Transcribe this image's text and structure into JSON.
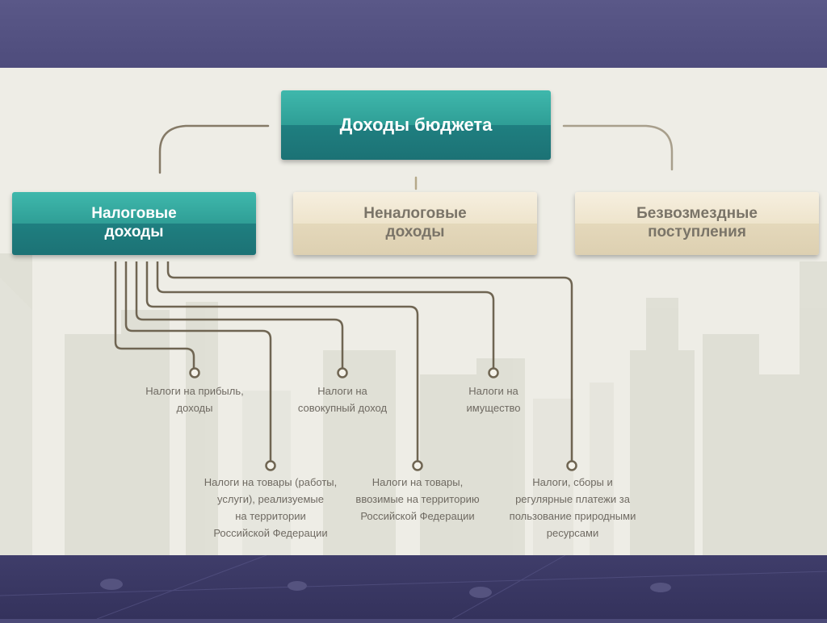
{
  "diagram": {
    "root": "Доходы бюджета",
    "categories": [
      {
        "label": "Налоговые\nдоходы",
        "style": "teal"
      },
      {
        "label": "Неналоговые\nдоходы",
        "style": "beige"
      },
      {
        "label": "Безвозмездные\nпоступления",
        "style": "beige"
      }
    ],
    "tax_items": [
      "Налоги на прибыль,\nдоходы",
      "Налоги на\nсовокупный доход",
      "Налоги на\nимущество",
      "Налоги на товары (работы,\nуслуги), реализуемые\nна территории\nРоссийской Федерации",
      "Налоги на товары,\nввозимые на территорию\nРоссийской Федерации",
      "Налоги, сборы и\nрегулярные платежи за\nпользование природными\nресурсами"
    ]
  },
  "colors": {
    "teal": "#2f9e96",
    "beige": "#eee4cc",
    "connector": "#7a6e5a",
    "band": "#4e4c7c"
  }
}
